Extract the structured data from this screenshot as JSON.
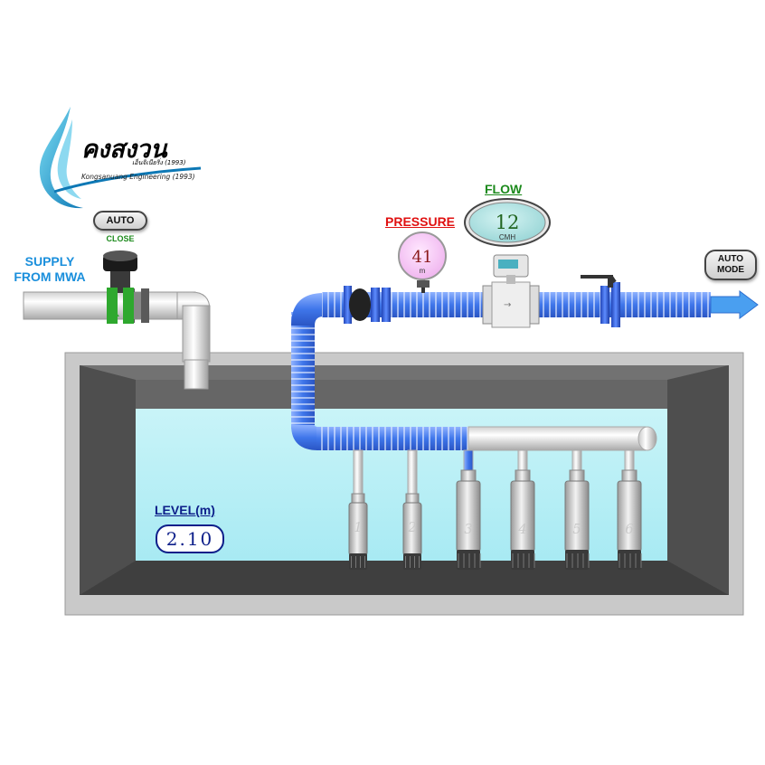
{
  "logo": {
    "brand_thai": "คงสงวน",
    "tag_thai": "เอ็นจิเนียริ่ง (1993)",
    "tag_en": "Kongsanuang Engineering (1993)"
  },
  "supply": {
    "line1": "SUPPLY",
    "line2": "FROM MWA"
  },
  "inlet_valve": {
    "mode_button": "AUTO",
    "status": "CLOSE"
  },
  "pressure": {
    "title": "PRESSURE",
    "value": "41",
    "unit": "m"
  },
  "flow": {
    "title": "FLOW",
    "value": "12",
    "unit": "CMH"
  },
  "outlet": {
    "mode_line1": "AUTO",
    "mode_line2": "MODE"
  },
  "level": {
    "title": "LEVEL(m)",
    "value": "2.10"
  },
  "pumps": [
    {
      "number": "1",
      "running": false
    },
    {
      "number": "2",
      "running": false
    },
    {
      "number": "3",
      "running": true
    },
    {
      "number": "4",
      "running": true
    },
    {
      "number": "5",
      "running": true
    },
    {
      "number": "6",
      "running": true
    }
  ],
  "colors": {
    "water": "#bff0f6",
    "flow_pipe": "#4a82ef",
    "valve_open": "#2ea82e",
    "tank_wall": "#5d5d5d"
  }
}
